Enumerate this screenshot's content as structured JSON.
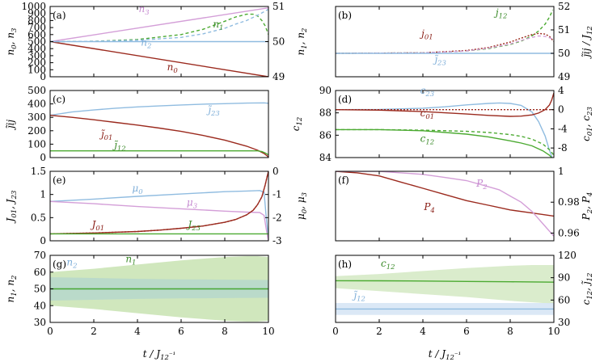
{
  "chart_data": [
    {
      "id": "a",
      "type": "line",
      "label": "(a)",
      "xlim": [
        0,
        10
      ],
      "ylim": [
        0,
        1000
      ],
      "ylim_right": [
        49,
        51
      ],
      "yticks": [
        0,
        100,
        200,
        300,
        400,
        500,
        600,
        700,
        800,
        900,
        1000
      ],
      "yticks_right": [
        49,
        50,
        51
      ],
      "ylabel": "n0, n3",
      "ylabel_right": "n1, n2",
      "series": [
        {
          "name": "n3",
          "color": "#d49fd8",
          "axis": "left",
          "dash": "",
          "x": [
            0,
            10
          ],
          "y": [
            500,
            980
          ]
        },
        {
          "name": "n0",
          "color": "#9b2a1e",
          "axis": "left",
          "dash": "",
          "x": [
            0,
            10
          ],
          "y": [
            500,
            0
          ]
        },
        {
          "name": "n1",
          "color": "#4caa32",
          "axis": "right",
          "dash": "4,3",
          "x": [
            0,
            2,
            4,
            6,
            7,
            8,
            8.5,
            9,
            9.3,
            9.5,
            9.7,
            9.85,
            10
          ],
          "y": [
            50,
            50.01,
            50.06,
            50.2,
            50.35,
            50.58,
            50.7,
            50.78,
            50.78,
            50.73,
            50.6,
            50.45,
            50.2
          ]
        },
        {
          "name": "n2",
          "color": "#90bce0",
          "axis": "right",
          "dash": "4,3",
          "x": [
            0,
            2,
            4,
            6,
            7,
            8,
            8.5,
            9,
            9.5,
            9.8,
            10
          ],
          "y": [
            50,
            50.01,
            50.04,
            50.12,
            50.22,
            50.38,
            50.5,
            50.6,
            50.75,
            50.85,
            50.92
          ]
        },
        {
          "name": "",
          "color": "#90bce0",
          "axis": "right",
          "dash": "",
          "x": [
            0,
            10
          ],
          "y": [
            50,
            50
          ]
        }
      ],
      "annotations": [
        {
          "text": "n3",
          "color": "#c58ad0"
        },
        {
          "text": "n1",
          "color": "#3a8a28"
        },
        {
          "text": "n2",
          "color": "#7eaed8"
        },
        {
          "text": "n0",
          "color": "#8b2018"
        }
      ]
    },
    {
      "id": "b",
      "type": "line",
      "label": "(b)",
      "xlim": [
        0,
        10
      ],
      "ylim": [
        49,
        52
      ],
      "yticks_right": [
        49,
        50,
        51,
        52
      ],
      "ylabel_right": "j̃ij / J12",
      "series": [
        {
          "name": "j12",
          "color": "#4caa32",
          "dash": "4,3",
          "x": [
            0,
            4,
            6,
            7,
            8,
            8.5,
            9,
            9.3,
            9.6,
            9.8,
            9.95
          ],
          "y": [
            50,
            50.02,
            50.1,
            50.2,
            50.38,
            50.52,
            50.75,
            50.95,
            51.25,
            51.55,
            51.85
          ]
        },
        {
          "name": "j01",
          "color": "#9b2a1e",
          "dash": "2,2",
          "x": [
            0,
            4,
            6,
            7,
            8,
            8.5,
            9,
            9.3,
            9.6,
            9.8,
            10
          ],
          "y": [
            50,
            50.02,
            50.12,
            50.25,
            50.48,
            50.65,
            50.8,
            50.85,
            50.82,
            50.72,
            50.5
          ]
        },
        {
          "name": "",
          "color": "#d49fd8",
          "dash": "4,3",
          "x": [
            0,
            4,
            6,
            7,
            8,
            8.5,
            9,
            9.3,
            9.6,
            9.85,
            10
          ],
          "y": [
            50,
            50.02,
            50.1,
            50.22,
            50.4,
            50.55,
            50.68,
            50.74,
            50.72,
            50.65,
            50.55
          ]
        },
        {
          "name": "j23",
          "color": "#90bce0",
          "dash": "",
          "x": [
            0,
            10
          ],
          "y": [
            50,
            50
          ]
        }
      ],
      "annotations": [
        {
          "text": "j12",
          "color": "#3a8a28"
        },
        {
          "text": "j01",
          "color": "#8b2018"
        },
        {
          "text": "j̃23",
          "color": "#7eaed8"
        }
      ]
    },
    {
      "id": "c",
      "type": "line",
      "label": "(c)",
      "xlim": [
        0,
        10
      ],
      "ylim": [
        0,
        500
      ],
      "yticks": [
        0,
        100,
        200,
        300,
        400,
        500
      ],
      "ylabel": "j̃ij",
      "series": [
        {
          "name": "j̃23",
          "color": "#90bce0",
          "dash": "",
          "x": [
            0,
            1,
            2,
            3,
            4,
            5,
            6,
            7,
            8,
            9,
            9.8,
            10
          ],
          "y": [
            315,
            340,
            355,
            368,
            378,
            385,
            392,
            398,
            402,
            406,
            408,
            405
          ]
        },
        {
          "name": "j̃01",
          "color": "#9b2a1e",
          "dash": "",
          "x": [
            0,
            1,
            2,
            3,
            4,
            5,
            6,
            7,
            8,
            9,
            9.5,
            9.8,
            10
          ],
          "y": [
            315,
            300,
            282,
            262,
            242,
            220,
            195,
            165,
            130,
            85,
            55,
            30,
            5
          ]
        },
        {
          "name": "j̃12",
          "color": "#4caa32",
          "dash": "",
          "x": [
            0,
            9.5,
            9.7,
            9.85,
            10
          ],
          "y": [
            50,
            50,
            45,
            35,
            20
          ]
        }
      ],
      "annotations": [
        {
          "text": "j̃23",
          "color": "#7eaed8"
        },
        {
          "text": "j̃01",
          "color": "#8b2018"
        },
        {
          "text": "j̃12",
          "color": "#3a8a28"
        }
      ]
    },
    {
      "id": "d",
      "type": "line",
      "label": "(d)",
      "xlim": [
        0,
        10
      ],
      "ylim": [
        84,
        90
      ],
      "ylim_right": [
        -10,
        4
      ],
      "yticks": [
        84,
        86,
        88,
        90
      ],
      "yticks_right": [
        -8,
        -4,
        0,
        4
      ],
      "ylabel": "c12",
      "ylabel_right": "c01, c23",
      "series": [
        {
          "name": "c23",
          "color": "#90bce0",
          "axis": "right",
          "dash": "",
          "x": [
            0,
            2,
            4,
            5,
            6,
            7,
            7.5,
            8,
            8.5,
            9,
            9.3,
            9.6,
            9.8,
            10
          ],
          "y": [
            0,
            0.05,
            0.3,
            0.6,
            1.0,
            1.3,
            1.4,
            1.3,
            0.9,
            -0.5,
            -2.5,
            -5.5,
            -8.5,
            -11
          ]
        },
        {
          "name": "c01",
          "color": "#9b2a1e",
          "axis": "right",
          "dash": "",
          "x": [
            0,
            2,
            4,
            6,
            7,
            8,
            8.5,
            9,
            9.3,
            9.6,
            9.8,
            9.9,
            10
          ],
          "y": [
            0,
            -0.1,
            -0.4,
            -0.9,
            -1.2,
            -1.4,
            -1.35,
            -1.1,
            -0.7,
            0,
            1,
            2,
            3.5
          ]
        },
        {
          "name": "",
          "color": "#9b2a1e",
          "axis": "right",
          "dash": "2,2",
          "x": [
            0,
            10
          ],
          "y": [
            0,
            0
          ]
        },
        {
          "name": "",
          "color": "#4caa32",
          "axis": "left",
          "dash": "4,3",
          "x": [
            0,
            2,
            4,
            6,
            7,
            8,
            8.5,
            9,
            9.5,
            9.8,
            10
          ],
          "y": [
            86.5,
            86.5,
            86.45,
            86.35,
            86.25,
            86.05,
            85.9,
            85.65,
            85.2,
            84.7,
            84.2
          ]
        },
        {
          "name": "c12",
          "color": "#4caa32",
          "axis": "left",
          "dash": "",
          "x": [
            0,
            2,
            4,
            6,
            7,
            8,
            8.5,
            9,
            9.5,
            9.8,
            10
          ],
          "y": [
            86.5,
            86.5,
            86.4,
            86.1,
            85.85,
            85.5,
            85.3,
            85.05,
            84.6,
            84.2,
            83.8
          ]
        }
      ],
      "annotations": [
        {
          "text": "c23",
          "color": "#7eaed8"
        },
        {
          "text": "c01",
          "color": "#8b2018"
        },
        {
          "text": "c12",
          "color": "#3a8a28"
        }
      ]
    },
    {
      "id": "e",
      "type": "line",
      "label": "(e)",
      "xlim": [
        0,
        10
      ],
      "ylim": [
        0,
        1.5
      ],
      "ylim_right": [
        -3,
        0
      ],
      "yticks": [
        0,
        0.5,
        1,
        1.5
      ],
      "yticks_right": [
        -3,
        -2,
        -1,
        0
      ],
      "ylabel": "J01, J23",
      "ylabel_right": "μ0, μ3",
      "series": [
        {
          "name": "μ0",
          "color": "#90bce0",
          "axis": "right",
          "dash": "",
          "x": [
            0,
            2,
            4,
            6,
            8,
            9,
            9.6,
            9.8,
            9.9,
            10
          ],
          "y": [
            -1.3,
            -1.2,
            -1.08,
            -0.98,
            -0.88,
            -0.85,
            -0.83,
            -0.9,
            -2.0,
            -2.9
          ]
        },
        {
          "name": "μ3",
          "color": "#d49fd8",
          "axis": "right",
          "dash": "",
          "x": [
            0,
            2,
            4,
            6,
            8,
            9,
            9.6,
            9.8,
            9.9,
            10
          ],
          "y": [
            -1.3,
            -1.4,
            -1.52,
            -1.62,
            -1.72,
            -1.76,
            -1.78,
            -1.9,
            -2.5,
            -3
          ]
        },
        {
          "name": "J01",
          "color": "#9b2a1e",
          "axis": "left",
          "dash": "",
          "x": [
            0,
            2,
            4,
            5,
            6,
            7,
            8,
            8.5,
            9,
            9.3,
            9.5,
            9.7,
            9.85,
            9.95,
            10
          ],
          "y": [
            0.15,
            0.17,
            0.2,
            0.23,
            0.27,
            0.32,
            0.4,
            0.46,
            0.56,
            0.66,
            0.78,
            0.95,
            1.2,
            1.4,
            1.5
          ]
        },
        {
          "name": "",
          "color": "#9b2a1e",
          "axis": "left",
          "dash": "2,2",
          "x": [
            0,
            2,
            4,
            5,
            6,
            7,
            8,
            8.5,
            9,
            9.3,
            9.5,
            9.7,
            9.85,
            9.95
          ],
          "y": [
            0.15,
            0.17,
            0.2,
            0.23,
            0.27,
            0.32,
            0.4,
            0.46,
            0.56,
            0.66,
            0.78,
            0.95,
            1.2,
            1.4
          ]
        },
        {
          "name": "J23",
          "color": "#4caa32",
          "axis": "left",
          "dash": "",
          "x": [
            0,
            10
          ],
          "y": [
            0.15,
            0.15
          ]
        }
      ],
      "annotations": [
        {
          "text": "μ0",
          "color": "#7eaed8"
        },
        {
          "text": "μ3",
          "color": "#c58ad0"
        },
        {
          "text": "J01",
          "color": "#8b2018"
        },
        {
          "text": "J23",
          "color": "#3a8a28"
        }
      ]
    },
    {
      "id": "f",
      "type": "line",
      "label": "(f)",
      "xlim": [
        0,
        10
      ],
      "ylim": [
        0.955,
        1.0
      ],
      "yticks_right": [
        0.96,
        0.98,
        1
      ],
      "ylabel_right": "P2, P4",
      "series": [
        {
          "name": "P4",
          "color": "#9b2a1e",
          "dash": "",
          "x": [
            0,
            1,
            2,
            3,
            4,
            5,
            6,
            7,
            8,
            9,
            10
          ],
          "y": [
            1.0,
            0.999,
            0.997,
            0.993,
            0.989,
            0.985,
            0.981,
            0.978,
            0.975,
            0.973,
            0.971
          ]
        },
        {
          "name": "P2",
          "color": "#d49fd8",
          "dash": "",
          "x": [
            0,
            2,
            3,
            4,
            5,
            6,
            7,
            7.5,
            8,
            8.5,
            9,
            9.5,
            10
          ],
          "y": [
            1.0,
            1.0,
            0.999,
            0.998,
            0.996,
            0.994,
            0.99,
            0.988,
            0.984,
            0.98,
            0.974,
            0.966,
            0.958
          ]
        }
      ],
      "annotations": [
        {
          "text": "P4",
          "color": "#8b2018"
        },
        {
          "text": "P2",
          "color": "#c58ad0"
        }
      ]
    },
    {
      "id": "g",
      "type": "area",
      "label": "(g)",
      "xlim": [
        0,
        10
      ],
      "ylim": [
        30,
        70
      ],
      "yticks": [
        30,
        40,
        50,
        60,
        70
      ],
      "ylabel": "n1, n2",
      "bands": [
        {
          "color": "#c8e3b2",
          "x": [
            0,
            2,
            4,
            6,
            8,
            9,
            9.5,
            10
          ],
          "lower": [
            40,
            38,
            35.5,
            33,
            31,
            30.5,
            30.5,
            31
          ],
          "upper": [
            60,
            62,
            64.5,
            67,
            69,
            69.5,
            69.5,
            69
          ]
        },
        {
          "color": "#b6d7cd",
          "x": [
            0,
            2,
            4,
            6,
            8,
            10
          ],
          "lower": [
            43,
            43.5,
            44,
            44.3,
            44.5,
            44.7
          ],
          "upper": [
            57,
            56.5,
            56,
            55.7,
            55.5,
            55.3
          ]
        }
      ],
      "series": [
        {
          "name": "n2",
          "color": "#90bce0",
          "dash": "",
          "x": [
            0,
            10
          ],
          "y": [
            50,
            50
          ]
        },
        {
          "name": "n1",
          "color": "#4caa32",
          "dash": "",
          "x": [
            0,
            10
          ],
          "y": [
            50,
            50
          ]
        }
      ],
      "annotations": [
        {
          "text": "n2",
          "color": "#7eaed8"
        },
        {
          "text": "n1",
          "color": "#3a8a28"
        }
      ]
    },
    {
      "id": "h",
      "type": "area",
      "label": "(h)",
      "xlim": [
        0,
        10
      ],
      "ylim": [
        30,
        120
      ],
      "yticks_right": [
        30,
        60,
        90,
        120
      ],
      "ylabel_right": "c12, j̃12",
      "bands": [
        {
          "color": "#d3e9c3",
          "x": [
            0,
            2,
            4,
            6,
            8,
            9,
            10
          ],
          "lower": [
            76,
            72,
            68,
            64,
            59,
            57,
            55
          ],
          "upper": [
            92,
            95,
            99,
            103,
            106,
            107,
            107
          ]
        },
        {
          "color": "#d5e4f5",
          "x": [
            0,
            10
          ],
          "lower": [
            40,
            40
          ],
          "upper": [
            56,
            56
          ]
        }
      ],
      "series": [
        {
          "name": "c12",
          "color": "#4caa32",
          "dash": "",
          "x": [
            0,
            2,
            4,
            6,
            8,
            10
          ],
          "y": [
            86,
            85.8,
            85.5,
            85,
            84.5,
            84
          ]
        },
        {
          "name": "j̃12",
          "color": "#90bce0",
          "dash": "",
          "x": [
            0,
            10
          ],
          "y": [
            48,
            48
          ]
        }
      ],
      "annotations": [
        {
          "text": "c12",
          "color": "#3a8a28"
        },
        {
          "text": "j̃12",
          "color": "#7eaed8"
        }
      ]
    }
  ],
  "xaxis": {
    "ticks": [
      0,
      2,
      4,
      6,
      8,
      10
    ],
    "label": "t / J12⁻¹"
  }
}
